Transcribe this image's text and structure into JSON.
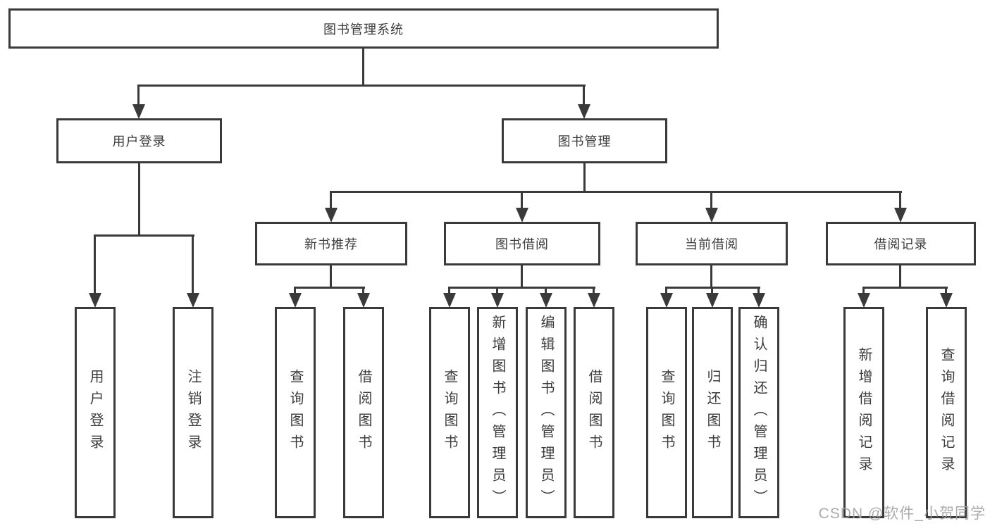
{
  "diagram": {
    "root": "图书管理系统",
    "level2": {
      "user_login": "用户登录",
      "book_management": "图书管理"
    },
    "user_login_children": [
      "用户登录",
      "注销登录"
    ],
    "modules": [
      {
        "label": "新书推荐",
        "children": [
          "查询图书",
          "借阅图书"
        ]
      },
      {
        "label": "图书借阅",
        "children": [
          "查询图书",
          "新增图书（管理员）",
          "编辑图书（管理员）",
          "借阅图书"
        ]
      },
      {
        "label": "当前借阅",
        "children": [
          "查询图书",
          "归还图书",
          "确认归还（管理员）"
        ]
      },
      {
        "label": "借阅记录",
        "children": [
          "新增借阅记录",
          "查询借阅记录"
        ]
      }
    ]
  },
  "watermark": "CSDN @软件_小贺同学",
  "colors": {
    "line": "#3a3a3a",
    "text": "#3c3c3c",
    "background": "#ffffff",
    "watermark": "#a3a3a3"
  }
}
